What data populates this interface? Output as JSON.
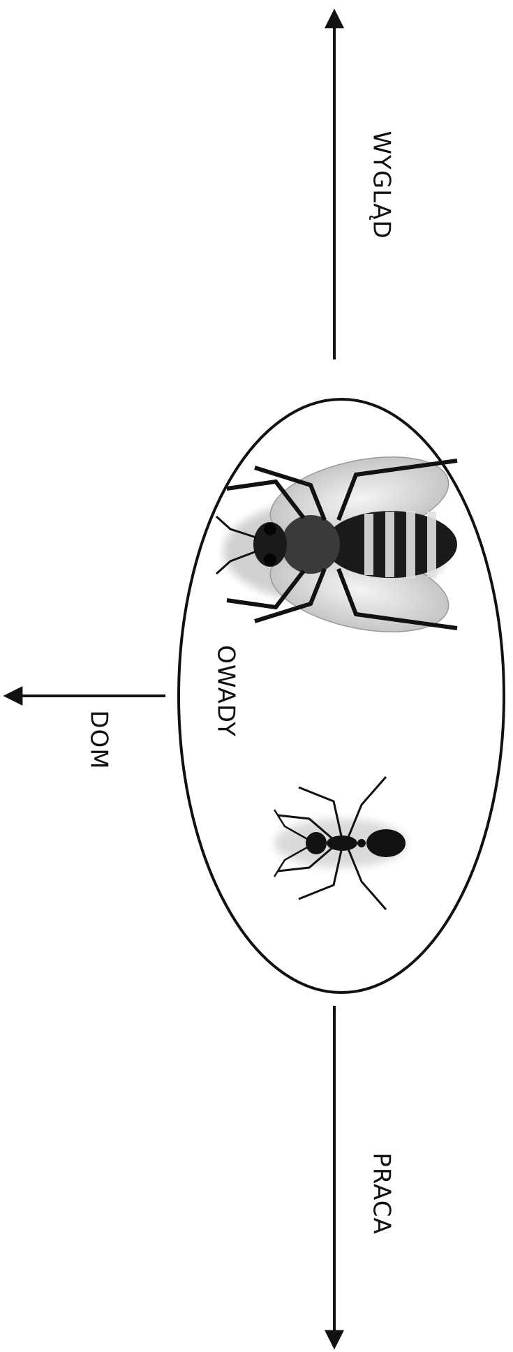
{
  "center_label": "OWADY",
  "branches": {
    "top": "WYGLĄD",
    "bottom": "PRACA",
    "left": "DOM"
  },
  "illustrations": {
    "upper": "bee",
    "lower": "ant"
  }
}
